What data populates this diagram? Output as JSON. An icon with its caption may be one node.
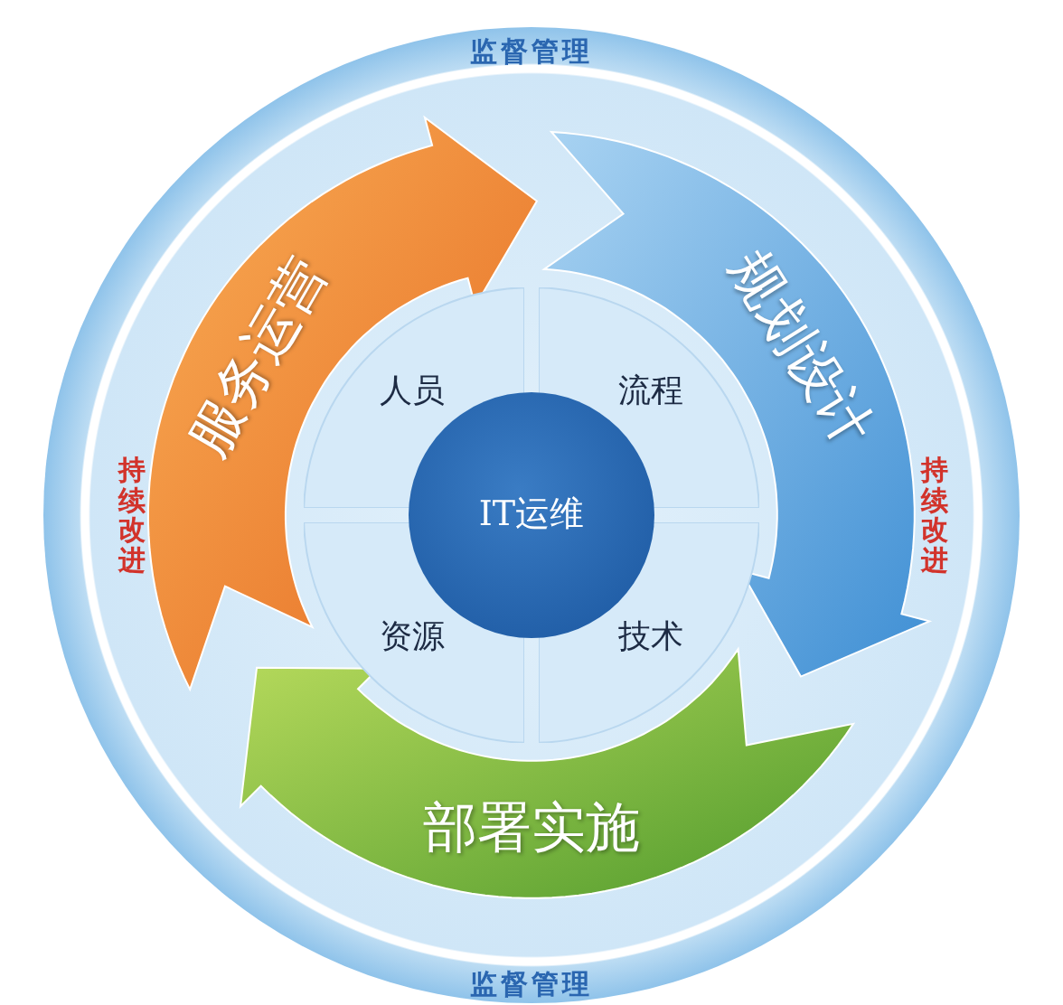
{
  "diagram": {
    "nodes": [
      {
        "text": [
          "监督管理",
          "持续改进",
          "持续改进",
          "监督管理"
        ]
      },
      {
        "text": [
          "服务运营"
        ],
        "in": 0
      },
      {
        "text": [
          "规划设计"
        ],
        "in": 0
      },
      {
        "text": [
          "部署实施"
        ],
        "in": 0
      },
      {
        "text": [
          "人员"
        ],
        "in": 0
      },
      {
        "text": [
          "流程"
        ],
        "in": 0
      },
      {
        "text": [
          "资源"
        ],
        "in": 0
      },
      {
        "text": [
          "技术"
        ],
        "in": 0
      },
      {
        "text": [
          "IT运维"
        ],
        "in": 0
      }
    ]
  }
}
